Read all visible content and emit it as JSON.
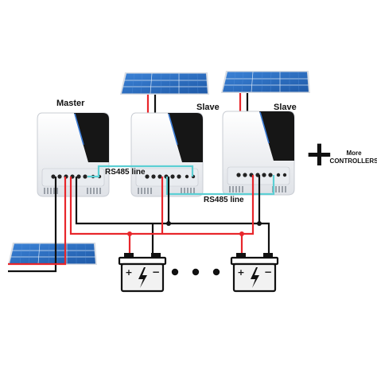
{
  "labels": {
    "master": "Master",
    "slave_1": "Slave",
    "slave_2": "Slave",
    "rs485_top": "RS485 line",
    "rs485_bottom": "RS485 line",
    "more_line1": "More",
    "more_line2": "CONTROLLERS",
    "plus": "+"
  },
  "colors": {
    "positive_wire": "#e8262b",
    "negative_wire": "#111111",
    "rs485_wire": "#5ccfd4",
    "panel_blue": "#2f6fc7",
    "controller_body": "#f4f5f7",
    "controller_front": "#1a1a1a",
    "battery_body": "#f2f2f2"
  },
  "icons": [
    "solar-panel-icon",
    "charge-controller-icon",
    "battery-icon",
    "lightning-icon",
    "plus-icon"
  ],
  "battery_ellipsis": "• • •"
}
